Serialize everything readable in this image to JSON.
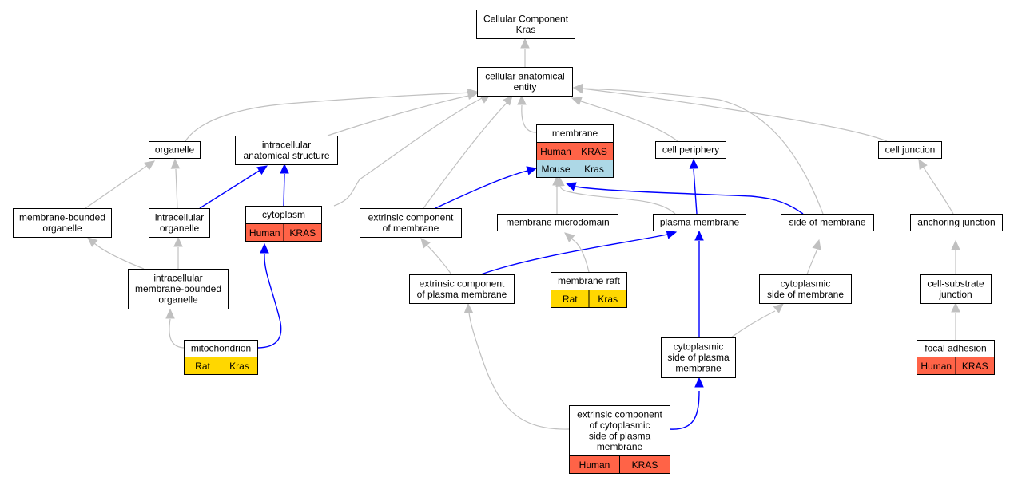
{
  "colors": {
    "human": "#ff6347",
    "mouse": "#add8e6",
    "rat": "#ffd700",
    "edge_default": "#c0c0c0",
    "edge_highlight": "#0000ff"
  },
  "nodes": {
    "root": {
      "lines": [
        "Cellular Component",
        "Kras"
      ]
    },
    "cae": {
      "lines": [
        "cellular anatomical",
        "entity"
      ]
    },
    "organelle": {
      "lines": [
        "organelle"
      ]
    },
    "ias": {
      "lines": [
        "intracellular",
        "anatomical structure"
      ]
    },
    "membrane": {
      "lines": [
        "membrane"
      ],
      "rows": [
        [
          "Human",
          "KRAS"
        ],
        [
          "Mouse",
          "Kras"
        ]
      ]
    },
    "cellperiphery": {
      "lines": [
        "cell periphery"
      ]
    },
    "celljunction": {
      "lines": [
        "cell junction"
      ]
    },
    "mbo": {
      "lines": [
        "membrane-bounded",
        "organelle"
      ]
    },
    "io": {
      "lines": [
        "intracellular",
        "organelle"
      ]
    },
    "cytoplasm": {
      "lines": [
        "cytoplasm"
      ],
      "rows": [
        [
          "Human",
          "KRAS"
        ]
      ]
    },
    "ecm": {
      "lines": [
        "extrinsic component",
        "of membrane"
      ]
    },
    "mmd": {
      "lines": [
        "membrane microdomain"
      ]
    },
    "pm": {
      "lines": [
        "plasma membrane"
      ]
    },
    "som": {
      "lines": [
        "side of membrane"
      ]
    },
    "aj": {
      "lines": [
        "anchoring junction"
      ]
    },
    "imbo": {
      "lines": [
        "intracellular",
        "membrane-bounded",
        "organelle"
      ]
    },
    "ecpm": {
      "lines": [
        "extrinsic component",
        "of plasma membrane"
      ]
    },
    "raft": {
      "lines": [
        "membrane raft"
      ],
      "rows": [
        [
          "Rat",
          "Kras"
        ]
      ]
    },
    "csom": {
      "lines": [
        "cytoplasmic",
        "side of membrane"
      ]
    },
    "csj": {
      "lines": [
        "cell-substrate",
        "junction"
      ]
    },
    "mito": {
      "lines": [
        "mitochondrion"
      ],
      "rows": [
        [
          "Rat",
          "Kras"
        ]
      ]
    },
    "cspm": {
      "lines": [
        "cytoplasmic",
        "side of plasma",
        "membrane"
      ]
    },
    "fa": {
      "lines": [
        "focal adhesion"
      ],
      "rows": [
        [
          "Human",
          "KRAS"
        ]
      ]
    },
    "eccspm": {
      "lines": [
        "extrinsic component",
        "of cytoplasmic",
        "side of plasma",
        "membrane"
      ],
      "rows": [
        [
          "Human",
          "KRAS"
        ]
      ]
    }
  }
}
